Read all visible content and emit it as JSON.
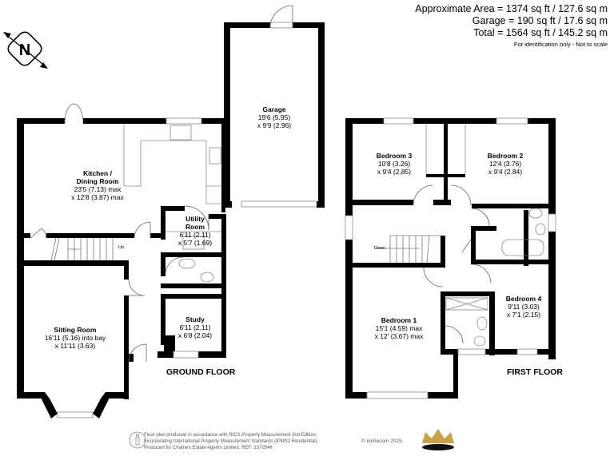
{
  "area_summary": {
    "approximate_area": "Approximate Area = 1374 sq ft / 127.6 sq m",
    "garage": "Garage = 190 sq ft / 17.6 sq m",
    "total": "Total = 1564 sq ft / 145.2 sq m",
    "note": "For identification only - Not to scale"
  },
  "compass": {
    "icon": "north-arrow-icon",
    "label": "N"
  },
  "ground_floor": {
    "title": "GROUND FLOOR",
    "rooms": [
      {
        "name": "Kitchen /",
        "name2": "Dining Room",
        "dim1": "23'5 (7.13) max",
        "dim2": "x 12'8 (3.87) max"
      },
      {
        "name": "Garage",
        "dim1": "19'6 (5.95)",
        "dim2": "x 9'9 (2.96)"
      },
      {
        "name": "Utility",
        "name2": "Room",
        "dim1": "6'11 (2.11)",
        "dim2": "x 5'7 (1.69)"
      },
      {
        "name": "Sitting Room",
        "dim1": "16'11 (5.16) into bay",
        "dim2": "x 11'11 (3.63)"
      },
      {
        "name": "Study",
        "dim1": "6'11 (2.11)",
        "dim2": "x 6'8 (2.04)"
      }
    ],
    "stairs_label": "Up"
  },
  "first_floor": {
    "title": "FIRST FLOOR",
    "rooms": [
      {
        "name": "Bedroom 3",
        "dim1": "10'8 (3.26)",
        "dim2": "x 9'4 (2.85)"
      },
      {
        "name": "Bedroom 2",
        "dim1": "12'4 (3.76)",
        "dim2": "x 9'4 (2.84)"
      },
      {
        "name": "Bedroom 1",
        "dim1": "15'1 (4.59) max",
        "dim2": "x 12' (3.67) max"
      },
      {
        "name": "Bedroom 4",
        "dim1": "9'11 (3.03)",
        "dim2": "x 7'1 (2.15)"
      }
    ],
    "stairs_label": "Down"
  },
  "footer": {
    "line1": "Floor plan produced in accordance with RICS Property Measurement 2nd Edition,",
    "line2": "Incorporating International Property Measurement Standards (IPMS2 Residential).",
    "line3": "Produced for Charters Estate Agents Limited.   REF: 1370546",
    "copyright": "© nichecom 2025.",
    "info_icon": "person-info-icon",
    "logo_icon": "crown-logo-icon",
    "logo_color": "#c9a24a"
  }
}
